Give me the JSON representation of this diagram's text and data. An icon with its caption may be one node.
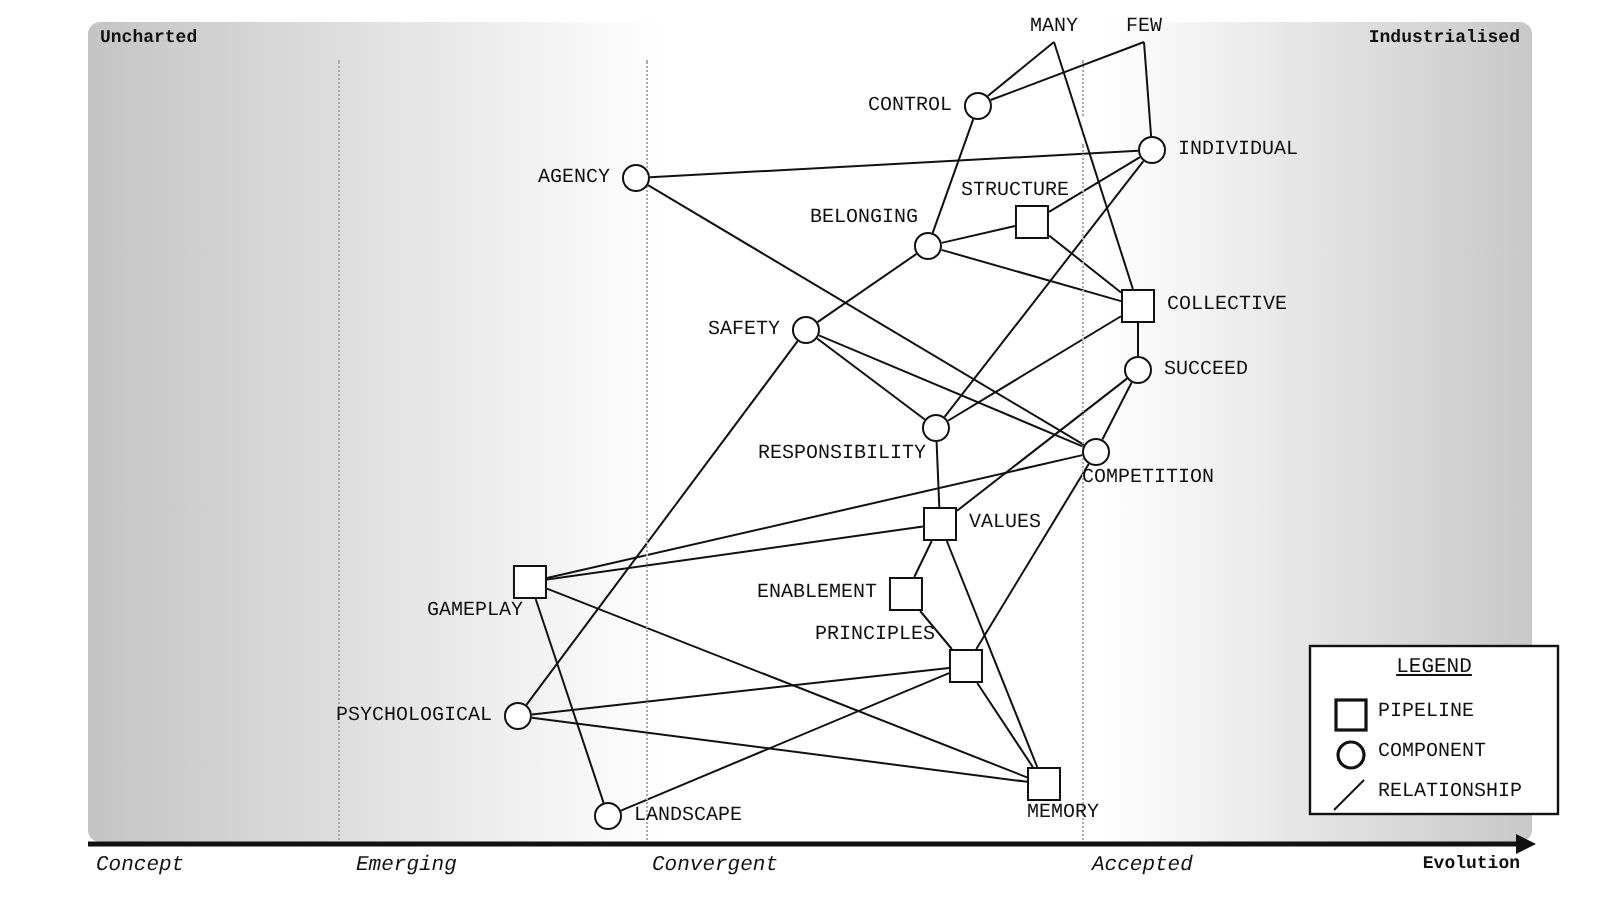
{
  "diagram": {
    "nodes": [
      {
        "text": [
          "MANY"
        ]
      },
      {
        "text": [
          "FEW"
        ]
      },
      {
        "text": [
          "CONTROL"
        ]
      },
      {
        "text": [
          "INDIVIDUAL"
        ]
      },
      {
        "text": [
          "AGENCY"
        ]
      },
      {
        "text": [
          "STRUCTURE"
        ]
      },
      {
        "text": [
          "BELONGING"
        ]
      },
      {
        "text": [
          "COLLECTIVE"
        ]
      },
      {
        "text": [
          "SAFETY"
        ]
      },
      {
        "text": [
          "SUCCEED"
        ]
      },
      {
        "text": [
          "RESPONSIBILITY"
        ]
      },
      {
        "text": [
          "COMPETITION"
        ]
      },
      {
        "text": [
          "VALUES"
        ]
      },
      {
        "text": [
          "GAMEPLAY"
        ]
      },
      {
        "text": [
          "ENABLEMENT"
        ]
      },
      {
        "text": [
          "PRINCIPLES"
        ]
      },
      {
        "text": [
          "PSYCHOLOGICAL"
        ]
      },
      {
        "text": [
          "MEMORY"
        ]
      },
      {
        "text": [
          "LANDSCAPE"
        ]
      }
    ],
    "edges": [
      {
        "from": 0,
        "to": 2,
        "arrow": "none"
      },
      {
        "from": 1,
        "to": 2,
        "arrow": "none"
      },
      {
        "from": 0,
        "to": 7,
        "arrow": "none"
      },
      {
        "from": 1,
        "to": 3,
        "arrow": "none"
      },
      {
        "from": 4,
        "to": 3,
        "arrow": "none"
      },
      {
        "from": 4,
        "to": 11,
        "arrow": "none"
      },
      {
        "from": 2,
        "to": 6,
        "arrow": "none"
      },
      {
        "from": 3,
        "to": 5,
        "arrow": "none"
      },
      {
        "from": 3,
        "to": 10,
        "arrow": "none"
      },
      {
        "from": 6,
        "to": 5,
        "arrow": "none"
      },
      {
        "from": 6,
        "to": 7,
        "arrow": "none"
      },
      {
        "from": 5,
        "to": 7,
        "arrow": "none"
      },
      {
        "from": 6,
        "to": 8,
        "arrow": "none"
      },
      {
        "from": 8,
        "to": 16,
        "arrow": "none"
      },
      {
        "from": 8,
        "to": 10,
        "arrow": "none"
      },
      {
        "from": 8,
        "to": 11,
        "arrow": "none"
      },
      {
        "from": 7,
        "to": 9,
        "arrow": "none"
      },
      {
        "from": 7,
        "to": 10,
        "arrow": "none"
      },
      {
        "from": 9,
        "to": 12,
        "arrow": "none"
      },
      {
        "from": 9,
        "to": 11,
        "arrow": "none"
      },
      {
        "from": 11,
        "to": 15,
        "arrow": "none"
      },
      {
        "from": 11,
        "to": 13,
        "arrow": "none"
      },
      {
        "from": 12,
        "to": 13,
        "arrow": "none"
      },
      {
        "from": 10,
        "to": 12,
        "arrow": "none"
      },
      {
        "from": 12,
        "to": 14,
        "arrow": "none"
      },
      {
        "from": 12,
        "to": 17,
        "arrow": "none"
      },
      {
        "from": 14,
        "to": 15,
        "arrow": "none"
      },
      {
        "from": 15,
        "to": 17,
        "arrow": "none"
      },
      {
        "from": 15,
        "to": 16,
        "arrow": "none"
      },
      {
        "from": 15,
        "to": 18,
        "arrow": "none"
      },
      {
        "from": 13,
        "to": 17,
        "arrow": "none"
      },
      {
        "from": 13,
        "to": 18,
        "arrow": "none"
      },
      {
        "from": 16,
        "to": 17,
        "arrow": "none"
      }
    ],
    "labels": [
      "Uncharted",
      "Industrialised",
      "Concept",
      "Emerging",
      "Convergent",
      "Accepted",
      "Evolution",
      "LEGEND"
    ],
    "legend": [
      {
        "text": "PIPELINE"
      },
      {
        "text": "COMPONENT"
      },
      {
        "text": "RELATIONSHIP"
      }
    ]
  }
}
